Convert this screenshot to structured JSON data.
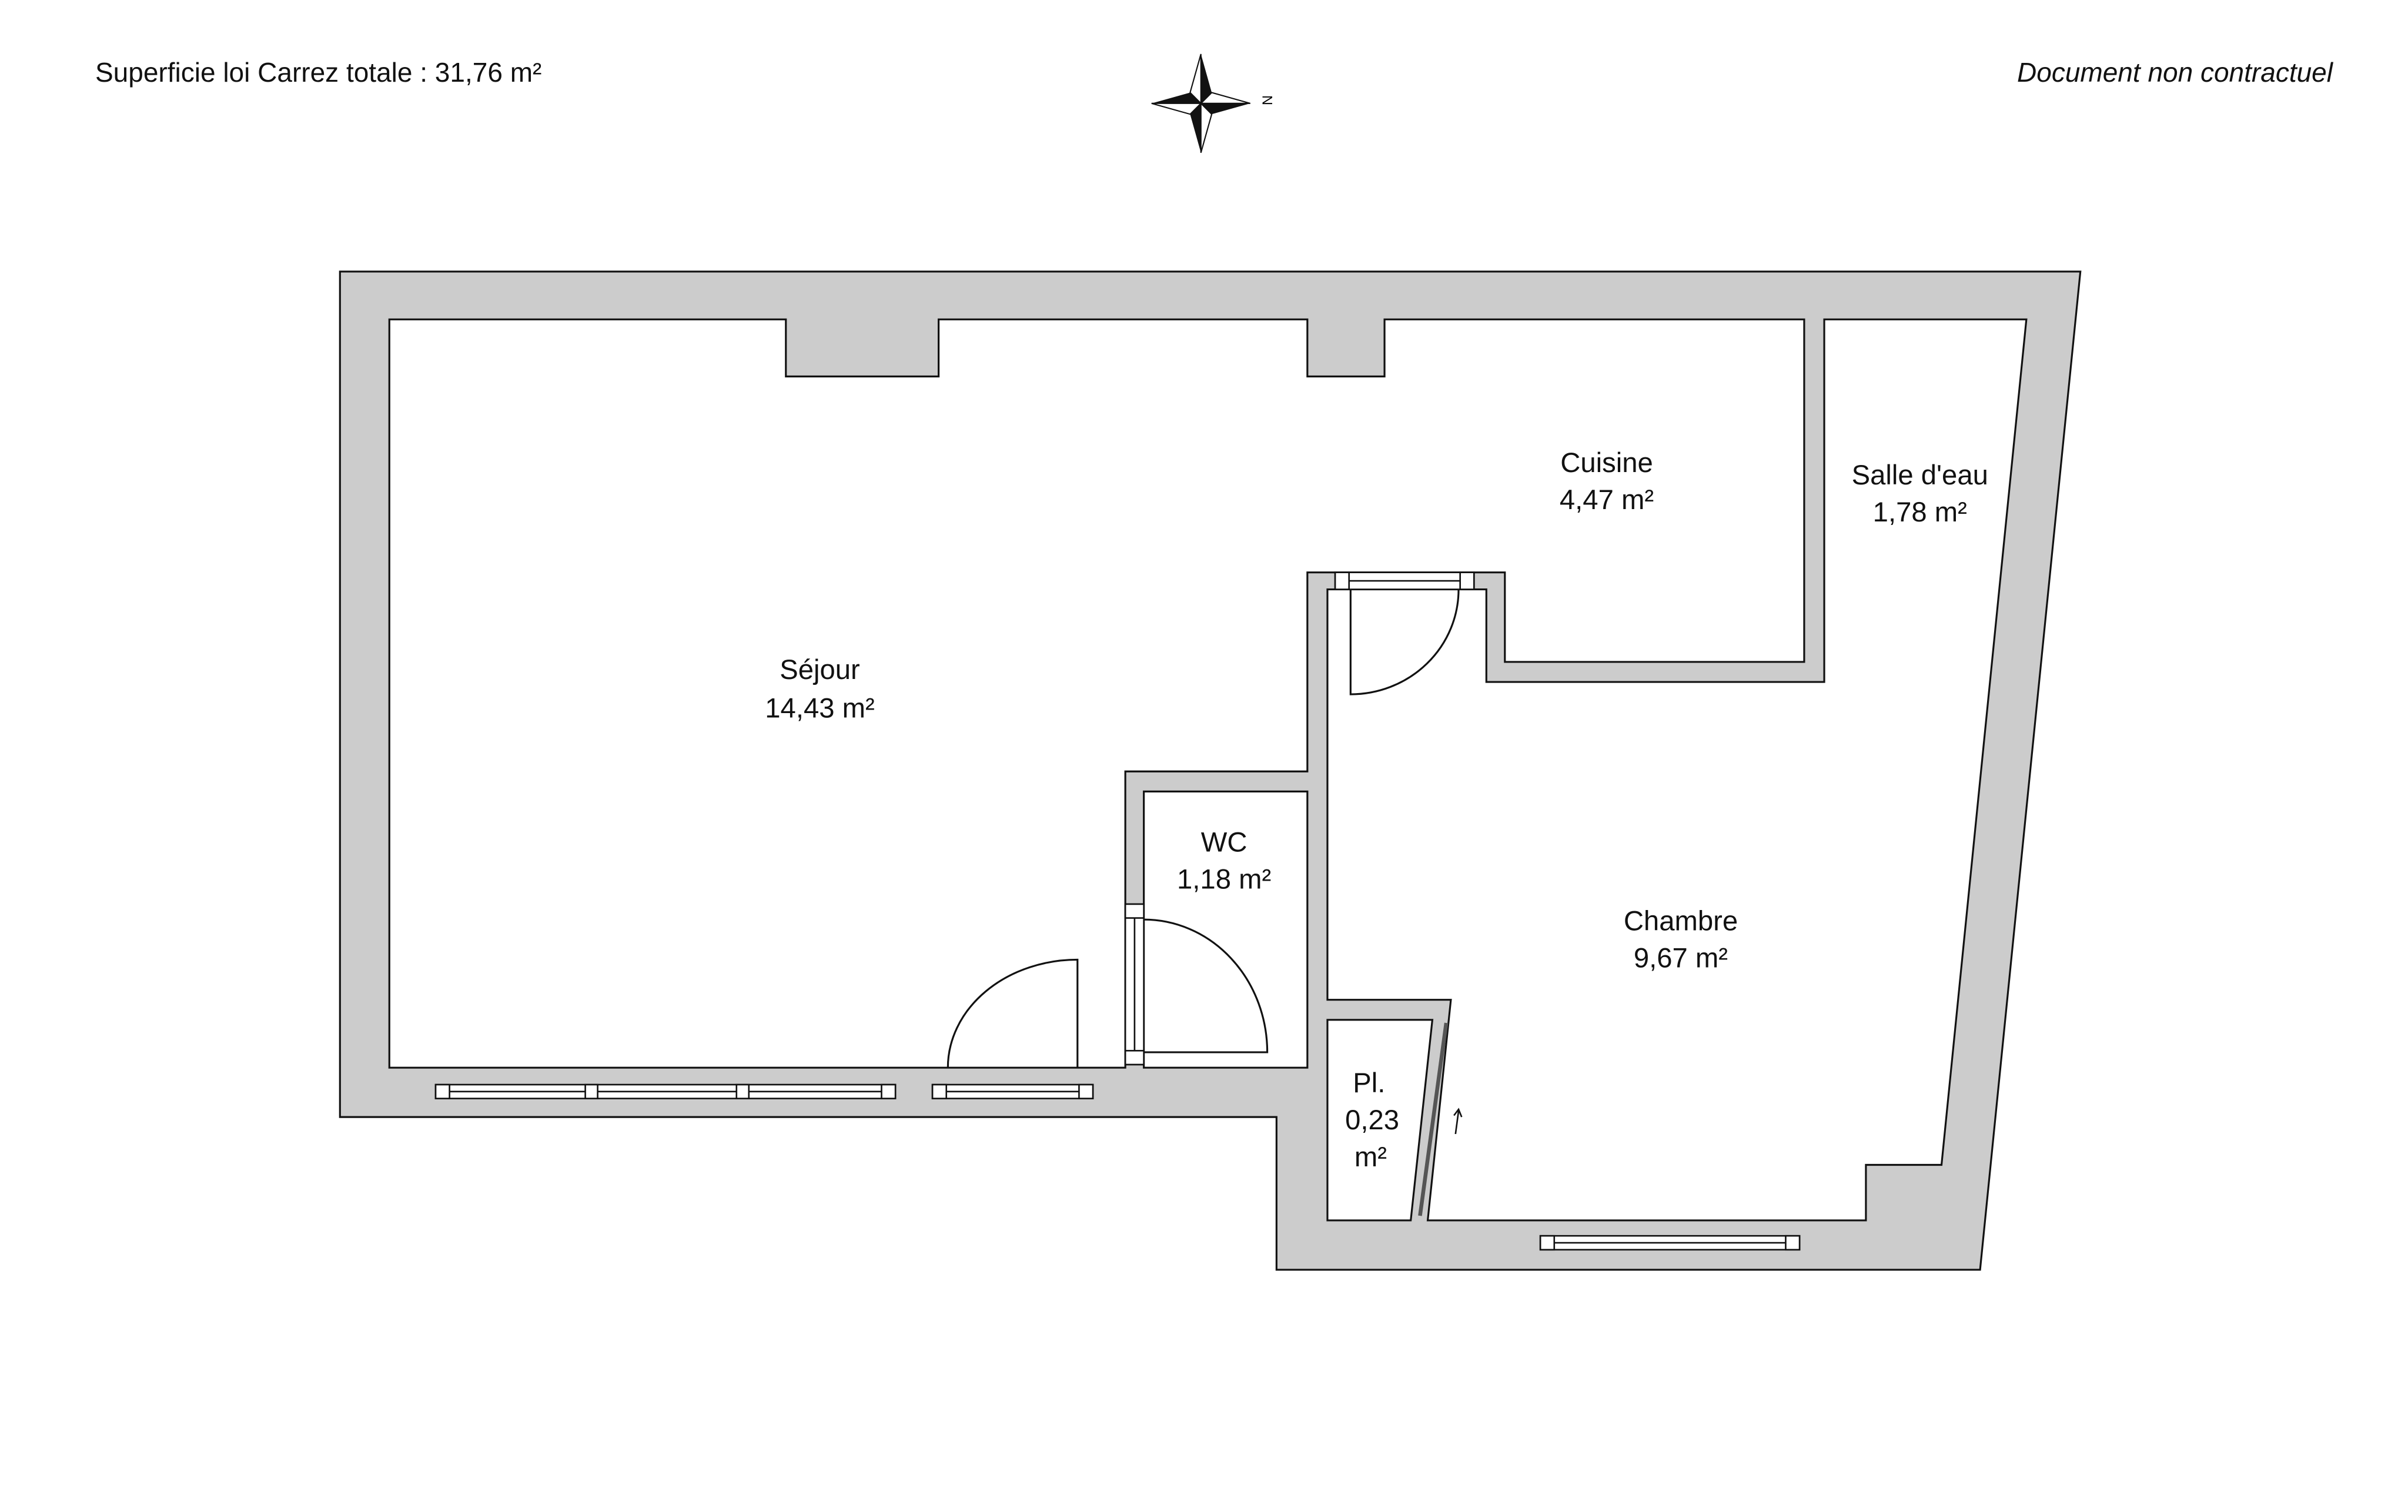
{
  "header": {
    "total_area": "Superficie loi Carrez totale : 31,76 m²",
    "disclaimer": "Document non contractuel",
    "compass_label": "N"
  },
  "rooms": [
    {
      "name": "Séjour",
      "area": "14,43 m²"
    },
    {
      "name": "Cuisine",
      "area": "4,47 m²"
    },
    {
      "name": "Salle d'eau",
      "area": "1,78 m²"
    },
    {
      "name": "WC",
      "area": "1,18 m²"
    },
    {
      "name": "Chambre",
      "area": "9,67 m²"
    },
    {
      "name": "Pl.",
      "area_line1": "0,23",
      "area_line2": "m²"
    }
  ],
  "colors": {
    "wall": "#cccccc",
    "line": "#111111",
    "floor": "#ffffff"
  }
}
